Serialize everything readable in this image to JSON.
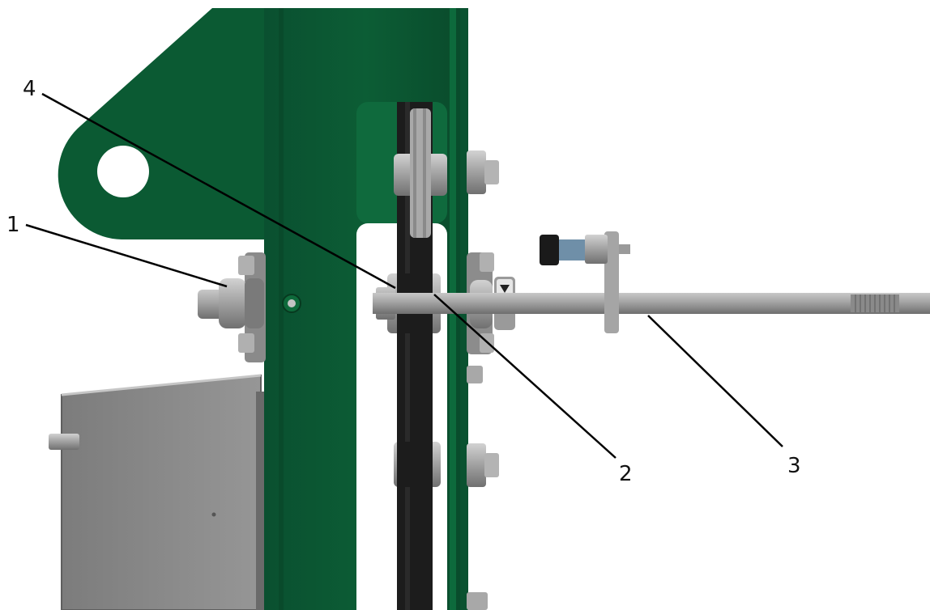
{
  "diagram": {
    "callouts": [
      {
        "id": "1",
        "label": "1"
      },
      {
        "id": "2",
        "label": "2"
      },
      {
        "id": "3",
        "label": "3"
      },
      {
        "id": "4",
        "label": "4"
      }
    ],
    "colors": {
      "frame_green": "#0b5a33",
      "frame_green_dark": "#08482a",
      "chain_black": "#1c1c1c",
      "steel_gray": "#9c9c9c",
      "panel_gray": "#8e8e8e",
      "background": "#ffffff"
    }
  }
}
